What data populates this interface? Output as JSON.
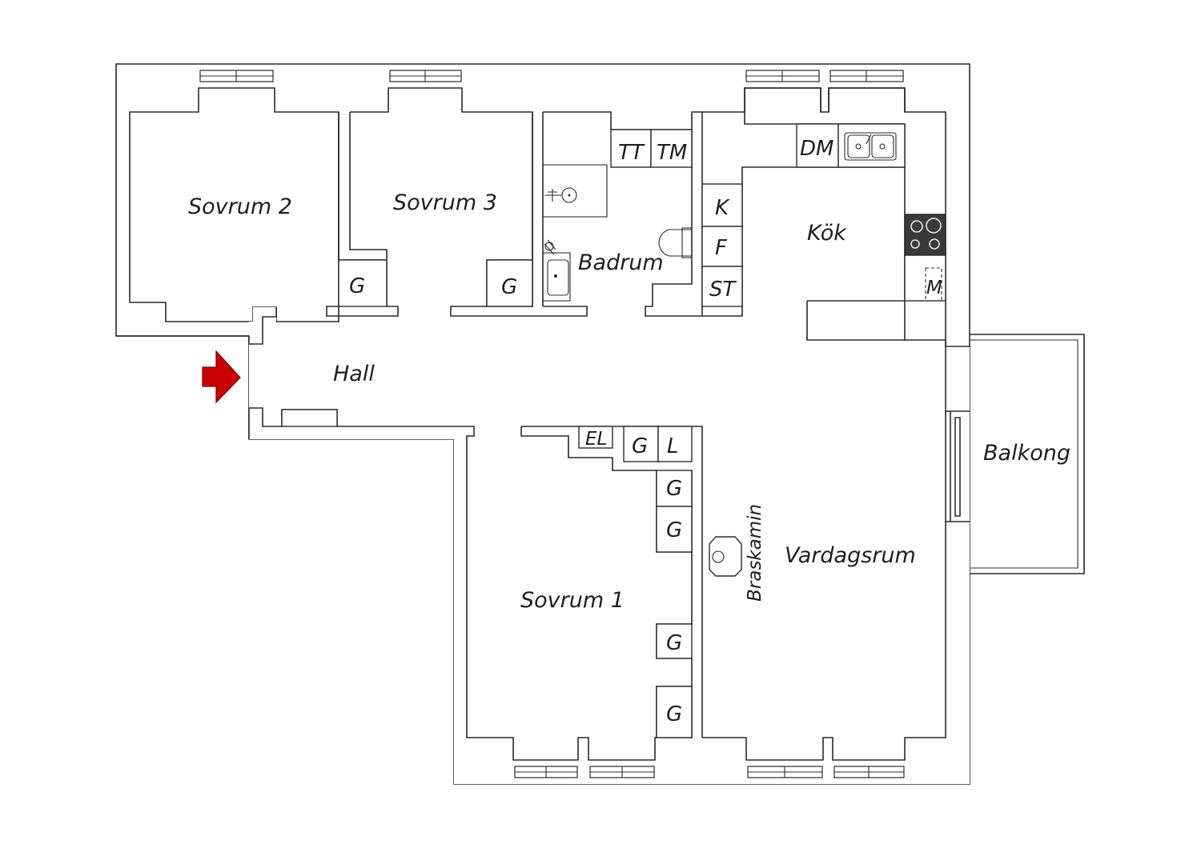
{
  "rooms": {
    "sovrum2": "Sovrum 2",
    "sovrum3": "Sovrum 3",
    "badrum": "Badrum",
    "kok": "Kök",
    "hall": "Hall",
    "balkong": "Balkong",
    "vardagsrum": "Vardagsrum",
    "sovrum1": "Sovrum 1",
    "braskamin": "Braskamin"
  },
  "fixtures": {
    "tt": "TT",
    "tm": "TM",
    "dm": "DM",
    "k": "K",
    "f": "F",
    "st": "ST",
    "m": "M",
    "el": "EL",
    "g": "G",
    "l": "L"
  },
  "colors": {
    "wall": "#2a2a2a",
    "entrance_arrow": "#cc0000",
    "stove": "#3a3a3a"
  }
}
